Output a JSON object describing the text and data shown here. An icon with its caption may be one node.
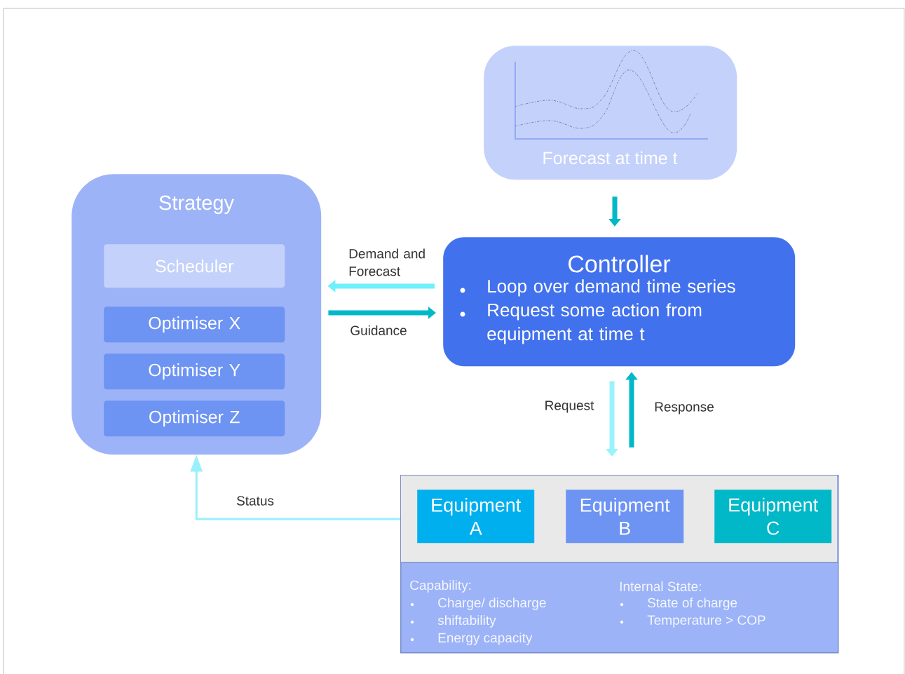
{
  "diagram": {
    "nodes": [
      {
        "text": [
          "Forecast at time t"
        ]
      },
      {
        "text": [
          "Strategy"
        ]
      },
      {
        "text": [
          "Scheduler"
        ],
        "in": 1
      },
      {
        "text": [
          "Optimiser X"
        ],
        "in": 1
      },
      {
        "text": [
          "Optimiser Y"
        ],
        "in": 1
      },
      {
        "text": [
          "Optimiser Z"
        ],
        "in": 1
      },
      {
        "text": [
          "Controller",
          "Loop over demand time series",
          "Request some action from equipment at time t"
        ]
      },
      {
        "text": [
          "Capability:",
          "Charge/ discharge",
          "shiftability",
          "Energy capacity",
          "Internal State:",
          "State of charge",
          "Temperature > COP"
        ]
      },
      {
        "text": [
          "Equipment A"
        ],
        "in": 7
      },
      {
        "text": [
          "Equipment B"
        ],
        "in": 7
      },
      {
        "text": [
          "Equipment C"
        ],
        "in": 7
      }
    ],
    "edges": [
      {
        "from": 0,
        "to": 6,
        "arrow": "to",
        "color": "#00b8c8"
      },
      {
        "from": 6,
        "to": 1,
        "arrow": "to",
        "label": "Demand and Forecast",
        "color": "#6ff0fc"
      },
      {
        "from": 1,
        "to": 6,
        "arrow": "to",
        "label": "Guidance",
        "color": "#00b8c8"
      },
      {
        "from": 6,
        "to": 7,
        "arrow": "to",
        "label": "Request",
        "color": "#99f3fb"
      },
      {
        "from": 7,
        "to": 6,
        "arrow": "to",
        "label": "Response",
        "color": "#00b8c8"
      },
      {
        "from": 7,
        "to": 1,
        "arrow": "to",
        "label": "Status",
        "color": "#99f0fb"
      }
    ]
  }
}
